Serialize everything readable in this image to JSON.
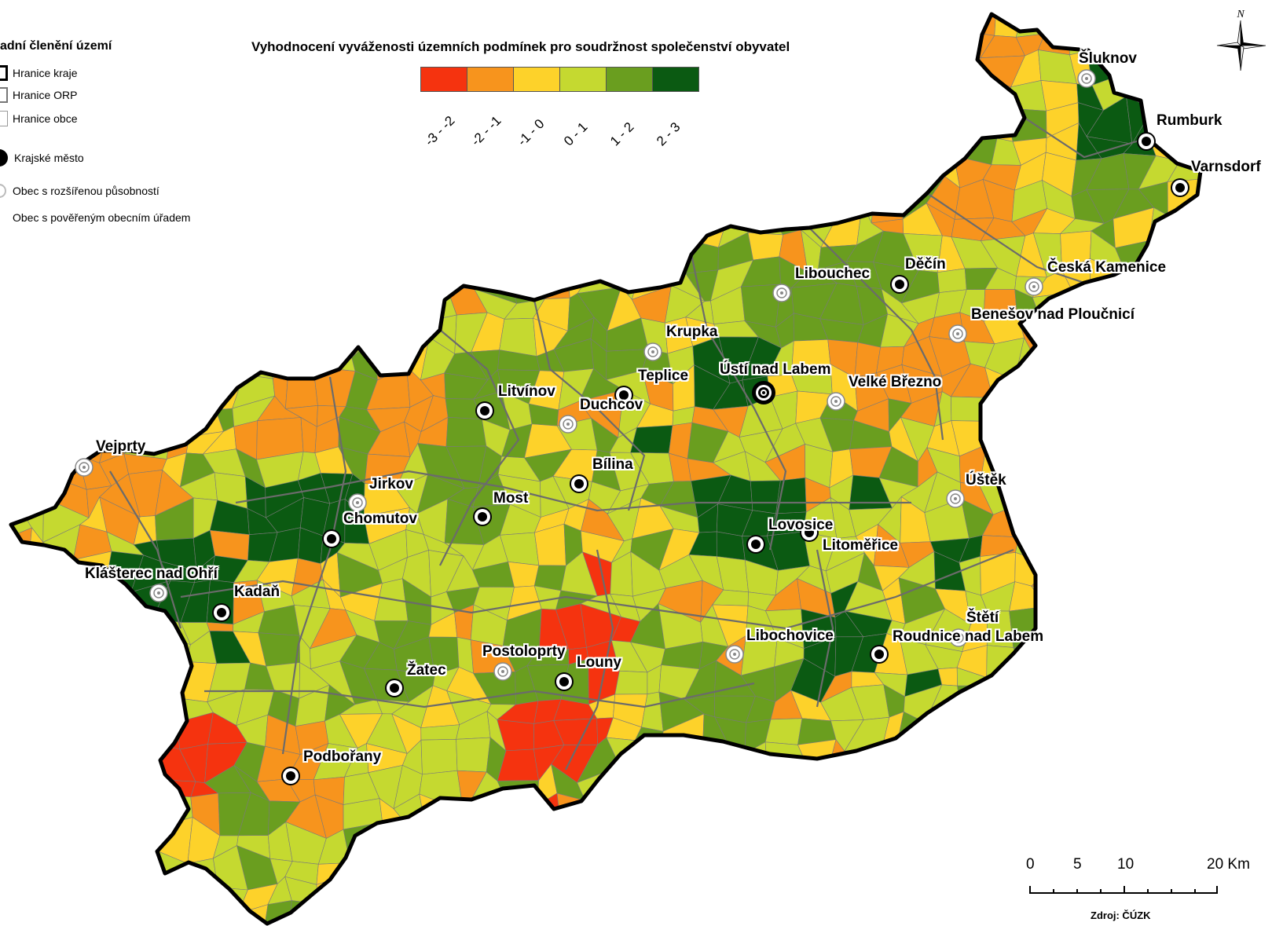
{
  "legend_left": {
    "title": "adní členění území",
    "items": [
      {
        "kind": "boundary-kraj",
        "label": "Hranice kraje"
      },
      {
        "kind": "boundary-orp",
        "label": "Hranice ORP"
      },
      {
        "kind": "boundary-obec",
        "label": "Hranice obce"
      },
      {
        "kind": "symbol-krajske",
        "label": "Krajské město"
      },
      {
        "kind": "symbol-orp",
        "label": "Obec s rozšířenou působností"
      },
      {
        "kind": "symbol-pou",
        "label": "Obec s pověřeným obecním úřadem"
      }
    ]
  },
  "legend_top": {
    "title": "Vyhodnocení vyváženosti územních podmínek pro soudržnost společenství obyvatel",
    "classes": [
      {
        "label": "-3 - -2",
        "color": "#f5330f"
      },
      {
        "label": "-2 - -1",
        "color": "#f7941d"
      },
      {
        "label": "-1 - 0",
        "color": "#fdd22a"
      },
      {
        "label": "0 - 1",
        "color": "#c5d930"
      },
      {
        "label": "1 - 2",
        "color": "#6a9e1f"
      },
      {
        "label": "2 - 3",
        "color": "#0b5a12"
      }
    ]
  },
  "compass": {
    "label": "N"
  },
  "towns": [
    {
      "name": "Šluknov",
      "type": "orp"
    },
    {
      "name": "Rumburk",
      "type": "pou"
    },
    {
      "name": "Varnsdorf",
      "type": "pou"
    },
    {
      "name": "Děčín",
      "type": "pou"
    },
    {
      "name": "Libouchec",
      "type": "orp"
    },
    {
      "name": "Česká Kamenice",
      "type": "orp"
    },
    {
      "name": "Benešov nad Ploučnicí",
      "type": "orp"
    },
    {
      "name": "Krupka",
      "type": "orp"
    },
    {
      "name": "Teplice",
      "type": "pou"
    },
    {
      "name": "Ústí nad Labem",
      "type": "krajske"
    },
    {
      "name": "Velké Březno",
      "type": "orp"
    },
    {
      "name": "Litvínov",
      "type": "pou"
    },
    {
      "name": "Duchcov",
      "type": "orp"
    },
    {
      "name": "Bílina",
      "type": "pou"
    },
    {
      "name": "Úštěk",
      "type": "orp"
    },
    {
      "name": "Vejprty",
      "type": "orp"
    },
    {
      "name": "Jirkov",
      "type": "orp"
    },
    {
      "name": "Most",
      "type": "pou"
    },
    {
      "name": "Chomutov",
      "type": "pou"
    },
    {
      "name": "Lovosice",
      "type": "pou"
    },
    {
      "name": "Litoměřice",
      "type": "pou"
    },
    {
      "name": "Klášterec nad Ohří",
      "type": "orp"
    },
    {
      "name": "Kadaň",
      "type": "pou"
    },
    {
      "name": "Štětí",
      "type": "orp"
    },
    {
      "name": "Libochovice",
      "type": "orp"
    },
    {
      "name": "Roudnice nad Labem",
      "type": "pou"
    },
    {
      "name": "Postoloprty",
      "type": "orp"
    },
    {
      "name": "Louny",
      "type": "pou"
    },
    {
      "name": "Žatec",
      "type": "pou"
    },
    {
      "name": "Podbořany",
      "type": "pou"
    }
  ],
  "scale": {
    "ticks": [
      "0",
      "5",
      "10",
      "20 Km"
    ]
  },
  "source": "Zdroj: ČÚZK"
}
